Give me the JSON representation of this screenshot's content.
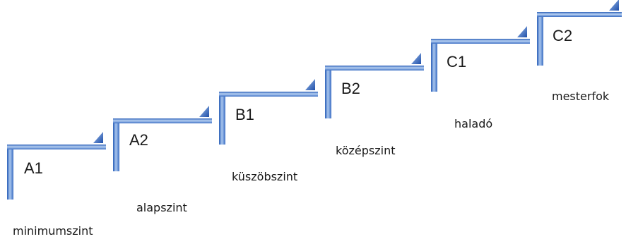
{
  "steps": [
    {
      "code": "A1",
      "description": "minimumszint"
    },
    {
      "code": "A2",
      "description": "alapszint"
    },
    {
      "code": "B1",
      "description": "küszöbszint"
    },
    {
      "code": "B2",
      "description": "középszint"
    },
    {
      "code": "C1",
      "description": "haladó"
    },
    {
      "code": "C2",
      "description": "mesterfok"
    }
  ],
  "colors": {
    "step_light": "#cfe0f5",
    "step_mid": "#5b8fd6",
    "step_dark": "#1f4ea8",
    "text": "#1a1a1a"
  }
}
